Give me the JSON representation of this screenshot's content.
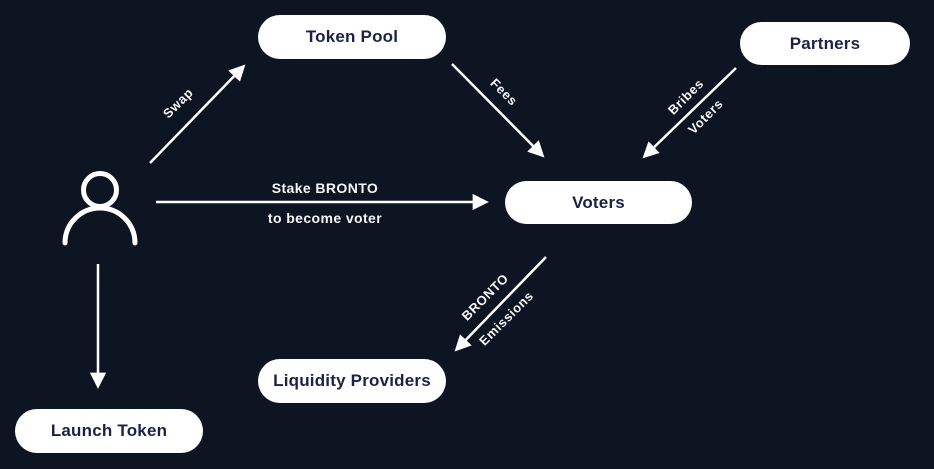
{
  "colors": {
    "background": "#0d1422",
    "node_background": "#ffffff",
    "node_text": "#1b2147",
    "arrow": "#ffffff",
    "edge_label_text": "#f5f6f8"
  },
  "nodes": [
    {
      "id": "token-pool",
      "label": "Token Pool"
    },
    {
      "id": "partners",
      "label": "Partners"
    },
    {
      "id": "voters",
      "label": "Voters"
    },
    {
      "id": "liquidity-providers",
      "label": "Liquidity Providers"
    },
    {
      "id": "launch-token",
      "label": "Launch Token"
    }
  ],
  "actors": [
    {
      "id": "user",
      "icon": "user-icon"
    }
  ],
  "edges": [
    {
      "id": "swap",
      "from": "user",
      "to": "token-pool",
      "lines": [
        "Swap"
      ]
    },
    {
      "id": "fees",
      "from": "token-pool",
      "to": "voters",
      "lines": [
        "Fees"
      ]
    },
    {
      "id": "bribes-voters",
      "from": "partners",
      "to": "voters",
      "lines": [
        "Bribes",
        "Voters"
      ]
    },
    {
      "id": "stake",
      "from": "user",
      "to": "voters",
      "lines": [
        "Stake BRONTO",
        "to become voter"
      ]
    },
    {
      "id": "bronto-emissions",
      "from": "voters",
      "to": "liquidity-providers",
      "lines": [
        "BRONTO",
        "Emissions"
      ]
    },
    {
      "id": "launch",
      "from": "user",
      "to": "launch-token",
      "lines": []
    }
  ]
}
